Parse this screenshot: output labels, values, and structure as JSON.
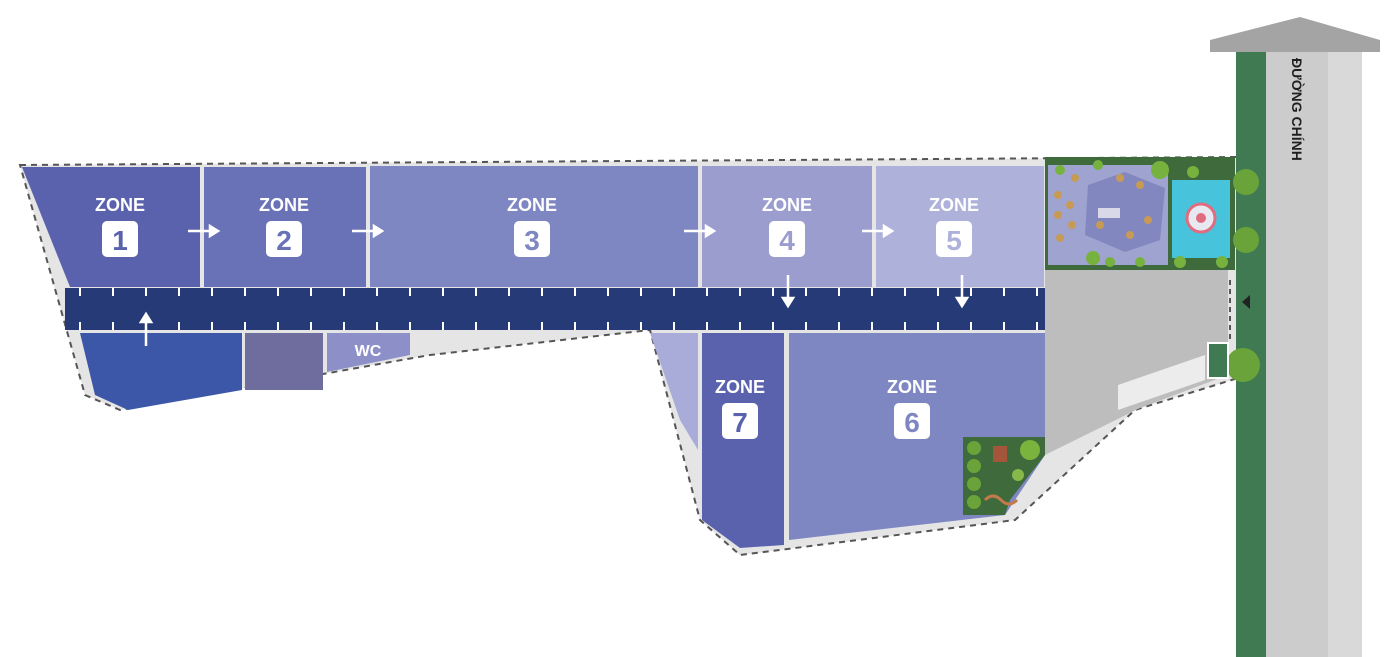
{
  "road": {
    "label": "ĐƯỜNG CHÍNH"
  },
  "zones": [
    {
      "id": "zone-1",
      "label": "ZONE",
      "number": "1"
    },
    {
      "id": "zone-2",
      "label": "ZONE",
      "number": "2"
    },
    {
      "id": "zone-3",
      "label": "ZONE",
      "number": "3"
    },
    {
      "id": "zone-4",
      "label": "ZONE",
      "number": "4"
    },
    {
      "id": "zone-5",
      "label": "ZONE",
      "number": "5"
    },
    {
      "id": "zone-6",
      "label": "ZONE",
      "number": "6"
    },
    {
      "id": "zone-7",
      "label": "ZONE",
      "number": "7"
    }
  ],
  "facilities": {
    "wc": "WC"
  },
  "colors": {
    "zone1": "#5a62ad",
    "zone2": "#6a72b7",
    "zone3": "#7f87c3",
    "zone4": "#9b9dcf",
    "zone5": "#aeb1da",
    "zone6": "#7f87c3",
    "zone7": "#5a62ad",
    "corridor": "#263a78",
    "lot_grey": "#bdbdbd",
    "road_grey": "#cccccc",
    "green_strip": "#3f7a52",
    "pool": "#47c3dc"
  }
}
